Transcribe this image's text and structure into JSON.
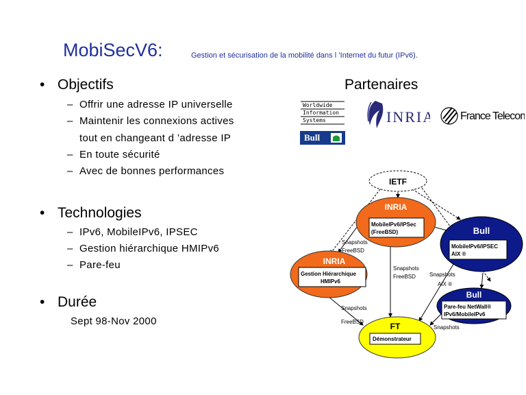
{
  "title": {
    "main": "MobiSecV6:",
    "subtitle": "Gestion et sécurisation de  la mobilité dans l ’Internet du futur (IPv6)."
  },
  "bullets": [
    {
      "label": "Objectifs",
      "items": [
        "Offrir une adresse IP universelle",
        "Maintenir les connexions actives",
        "tout en changeant d ’adresse IP",
        "En toute sécurité",
        "Avec de bonnes performances"
      ]
    },
    {
      "label": "Technologies",
      "items": [
        "IPv6, MobileIPv6, IPSEC",
        "Gestion hiérarchique HMIPv6",
        "Pare-feu"
      ]
    },
    {
      "label": "Durée",
      "items": [
        "Sept 98-Nov 2000"
      ]
    }
  ],
  "partners": {
    "title": "Partenaires",
    "wis_lines": [
      "Worldwide",
      "Information",
      "Systems"
    ],
    "bull": "Bull",
    "inria": "INRIA",
    "france_telecom": "France Telecom"
  },
  "diagram": {
    "ietf": "IETF",
    "inria_top": {
      "title": "INRIA",
      "box": [
        "MobileIPv6/IPSec",
        "(FreeBSD)"
      ]
    },
    "bull_right": {
      "title": "Bull",
      "box": [
        "MobileIPv6/IPSEC",
        "AIX ®"
      ]
    },
    "inria_left": {
      "title": "INRIA",
      "box": [
        "Gestion Hiérarchique",
        "HMIPv6"
      ]
    },
    "bull_lower": {
      "title": "Bull",
      "box": [
        "Pare-feu NetWall®",
        "IPv6/MobileIPv6"
      ]
    },
    "ft": {
      "title": "FT",
      "box": "Démonstrateur"
    },
    "labels": {
      "snap1": "Snapshots",
      "snap1b": "FreeBSD",
      "snap2": "Snapshots",
      "snap2b": "FreeBSD",
      "snap3": "Snapshots",
      "snap3b": "AIX ®",
      "snap4": "Snapshots",
      "snap4b": "FreeBSD",
      "snap5": "Snapshots"
    },
    "colors": {
      "orange": "#f26a1b",
      "navy": "#0d1a8a",
      "yellow": "#ffff00"
    }
  }
}
